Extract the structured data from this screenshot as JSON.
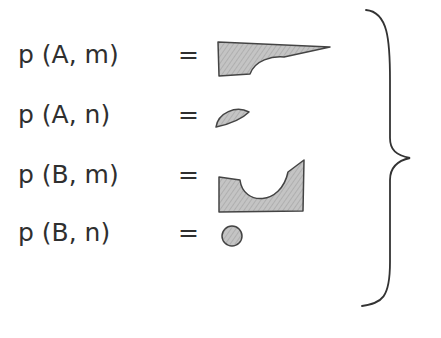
{
  "diagram": {
    "labels": [
      "p (A, m)",
      "=",
      "p (A, n)",
      "=",
      "p (B, m)",
      "=",
      "p (B, n)",
      "="
    ]
  }
}
